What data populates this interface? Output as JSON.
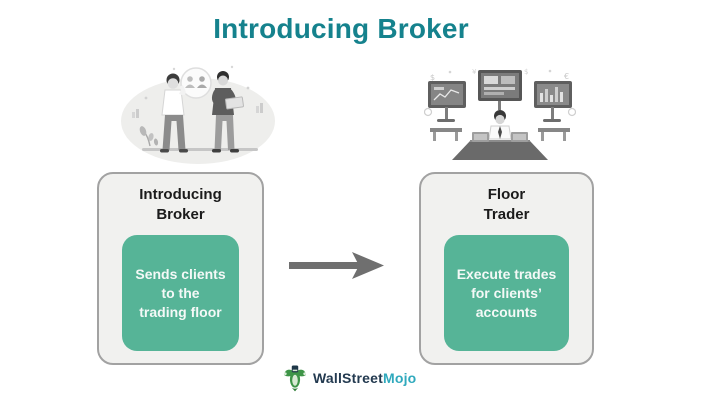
{
  "page": {
    "title": "Introducing Broker",
    "title_color": "#15828d",
    "background": "#ffffff"
  },
  "nodes": [
    {
      "id": "introducing-broker",
      "heading": "Introducing\nBroker",
      "detail": "Sends clients\nto the\ntrading floor",
      "illustration": "two-brokers-talking-illustration"
    },
    {
      "id": "floor-trader",
      "heading": "Floor\nTrader",
      "detail": "Execute trades\nfor clients’\naccounts",
      "illustration": "trading-floor-screens-illustration"
    }
  ],
  "connector": {
    "type": "arrow-right",
    "color": "#6f6f6f"
  },
  "footer": {
    "brand_first": "WallStreet",
    "brand_second": "Mojo",
    "brand_first_color": "#233a50",
    "brand_second_color": "#2fa9bd"
  },
  "colors": {
    "card_bg": "#f1f1ef",
    "card_border": "#a2a2a2",
    "pill_bg": "#56b497",
    "pill_text": "#f4f9f7",
    "heading_text": "#1b1b1b",
    "illustration_gray": "#8a8a8a"
  }
}
